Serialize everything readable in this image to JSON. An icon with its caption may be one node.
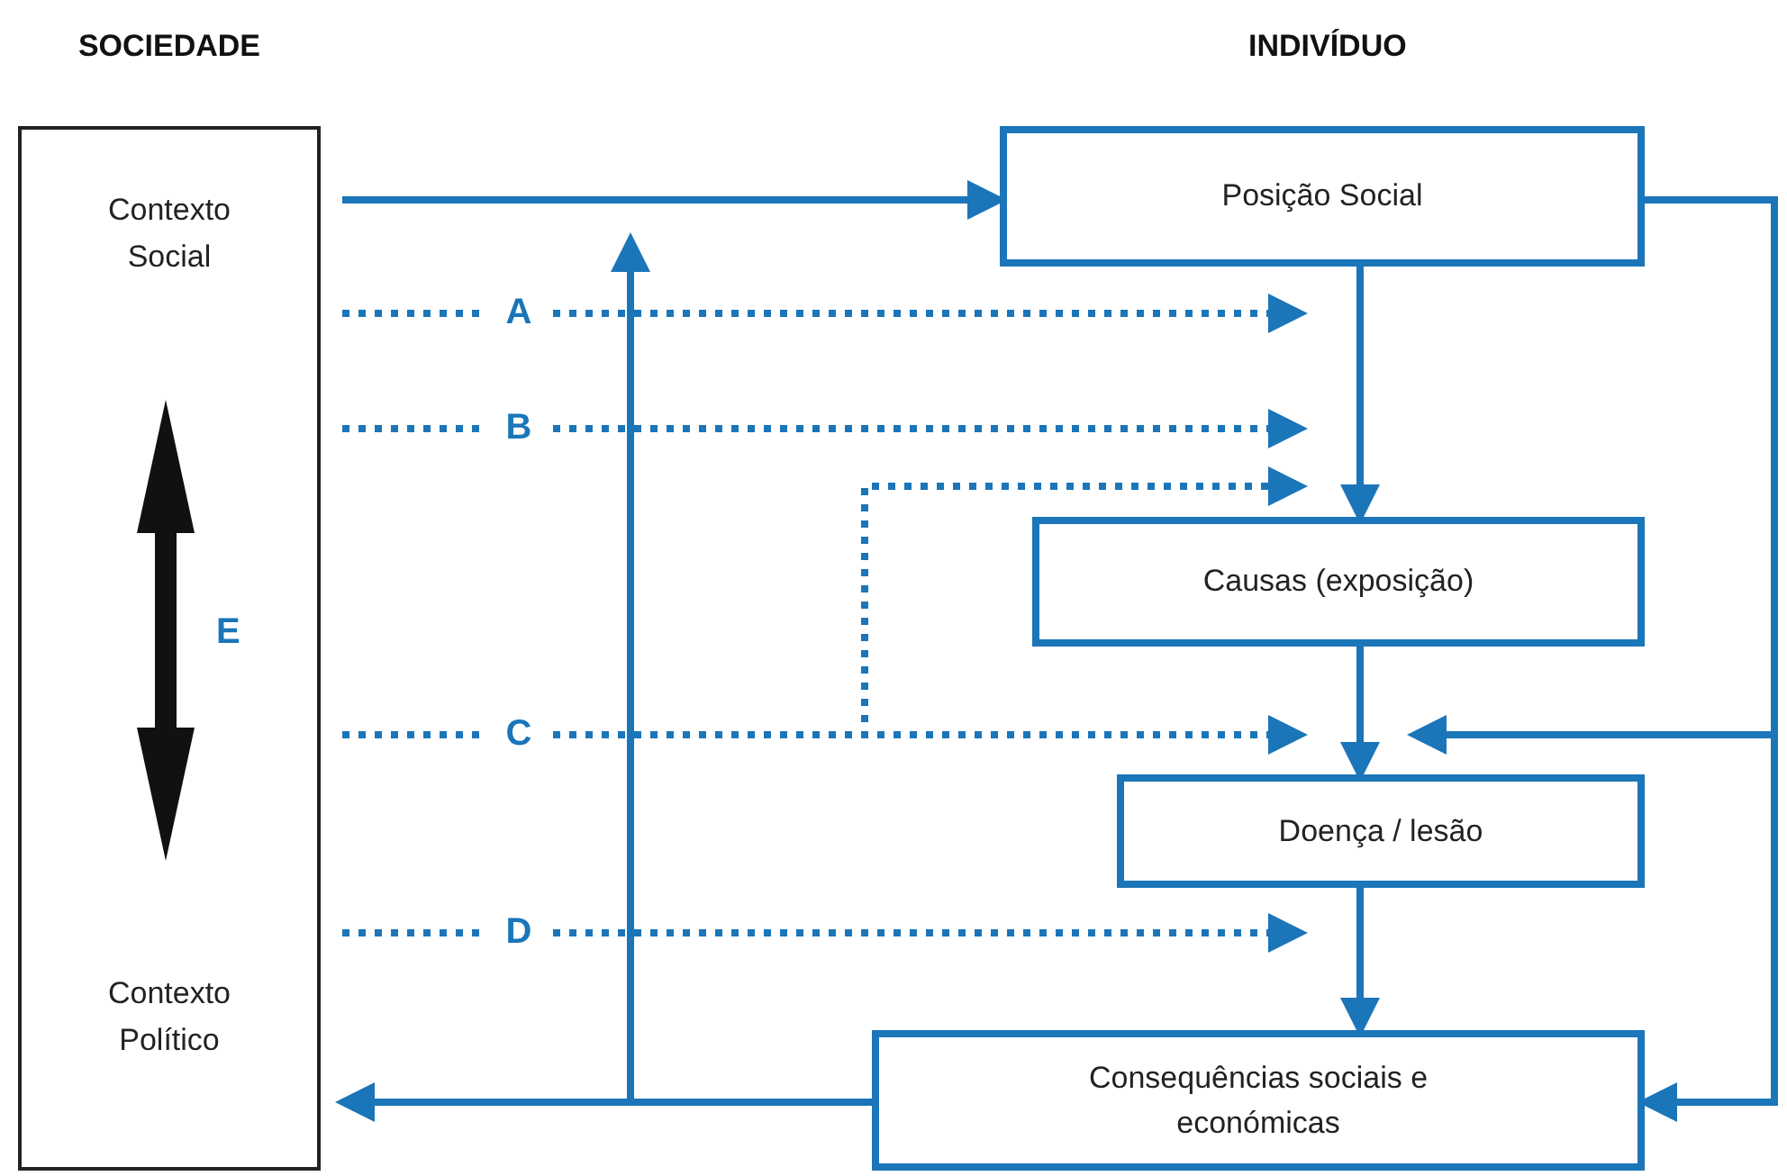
{
  "diagram": {
    "nodes": [
      {
        "text": [
          "SOCIEDADE",
          "Contexto Social",
          "Contexto Político"
        ]
      },
      {
        "text": [
          "Posição Social"
        ]
      },
      {
        "text": [
          "Causas (exposição)"
        ]
      },
      {
        "text": [
          "Doença / lesão"
        ]
      },
      {
        "text": [
          "Consequências sociais e económicas"
        ]
      }
    ],
    "edges": [
      {
        "from": 0,
        "to": 1,
        "arrow": "to"
      },
      {
        "from": 1,
        "to": 2,
        "arrow": "to"
      },
      {
        "from": 2,
        "to": 3,
        "arrow": "to"
      },
      {
        "from": 3,
        "to": 4,
        "arrow": "to"
      },
      {
        "from": 4,
        "to": 0,
        "arrow": "to"
      },
      {
        "from": 4,
        "to": null,
        "arrow": "to"
      },
      {
        "from": 1,
        "to": 3,
        "arrow": "to"
      },
      {
        "from": 1,
        "to": 4,
        "arrow": "to"
      },
      {
        "from": 0,
        "to": 1,
        "arrow": "to",
        "label": "A",
        "style": "dashed"
      },
      {
        "from": 0,
        "to": 2,
        "arrow": "to",
        "label": "B",
        "style": "dashed"
      },
      {
        "from": 0,
        "to": 3,
        "arrow": "to",
        "label": "C",
        "style": "dashed"
      },
      {
        "from": 0,
        "to": 2,
        "arrow": "to",
        "style": "dashed"
      },
      {
        "from": 0,
        "to": 3,
        "arrow": "to",
        "label": "D",
        "style": "dashed"
      }
    ],
    "labels": [
      "INDIVÍDUO",
      "E"
    ]
  }
}
